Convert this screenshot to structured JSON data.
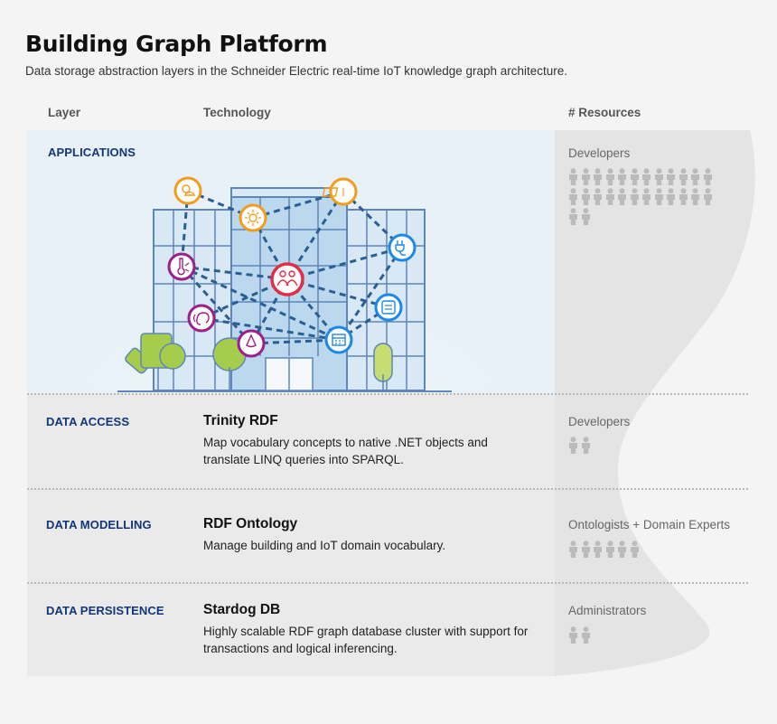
{
  "header": {
    "title": "Building Graph Platform",
    "subtitle": "Data storage abstraction layers in the Schneider Electric real-time IoT knowledge graph architecture."
  },
  "columns": {
    "layer": "Layer",
    "technology": "Technology",
    "resources": "# Resources"
  },
  "layers": [
    {
      "name": "APPLICATIONS",
      "tech_title": "",
      "tech_desc": "",
      "resource_label": "Developers",
      "resource_count": 26
    },
    {
      "name": "DATA ACCESS",
      "tech_title": "Trinity RDF",
      "tech_desc": "Map vocabulary concepts to native .NET objects and translate LINQ queries into SPARQL.",
      "resource_label": "Developers",
      "resource_count": 2
    },
    {
      "name": "DATA MODELLING",
      "tech_title": "RDF Ontology",
      "tech_desc": "Manage building and IoT domain vocabulary.",
      "resource_label": "Ontologists + Domain Experts",
      "resource_count": 6
    },
    {
      "name": "DATA PERSISTENCE",
      "tech_title": "Stardog DB",
      "tech_desc": "Highly scalable RDF graph database cluster with support for transactions and logical inferencing.",
      "resource_label": "Administrators",
      "resource_count": 2
    }
  ],
  "colors": {
    "layer_name": "#13357a",
    "node_orange": "#f39c1c",
    "node_blue": "#1e88e5",
    "node_purple": "#9c1f8c",
    "node_red": "#e52d45",
    "link": "#2a5f94",
    "building_glass": "#bcd8ef",
    "building_frame": "#5e86b8",
    "tree_green": "#a6cc4c",
    "person": "#bbbbbb"
  },
  "diagram_nodes": [
    {
      "icon": "sun-cloud-icon",
      "color": "orange"
    },
    {
      "icon": "sun-icon",
      "color": "orange"
    },
    {
      "icon": "solar-panel-icon",
      "color": "orange"
    },
    {
      "icon": "plug-icon",
      "color": "blue"
    },
    {
      "icon": "thermometer-icon",
      "color": "purple"
    },
    {
      "icon": "people-icon",
      "color": "red"
    },
    {
      "icon": "meter-icon",
      "color": "blue"
    },
    {
      "icon": "ear-icon",
      "color": "purple"
    },
    {
      "icon": "nose-icon",
      "color": "purple"
    },
    {
      "icon": "calendar-icon",
      "color": "blue"
    }
  ]
}
